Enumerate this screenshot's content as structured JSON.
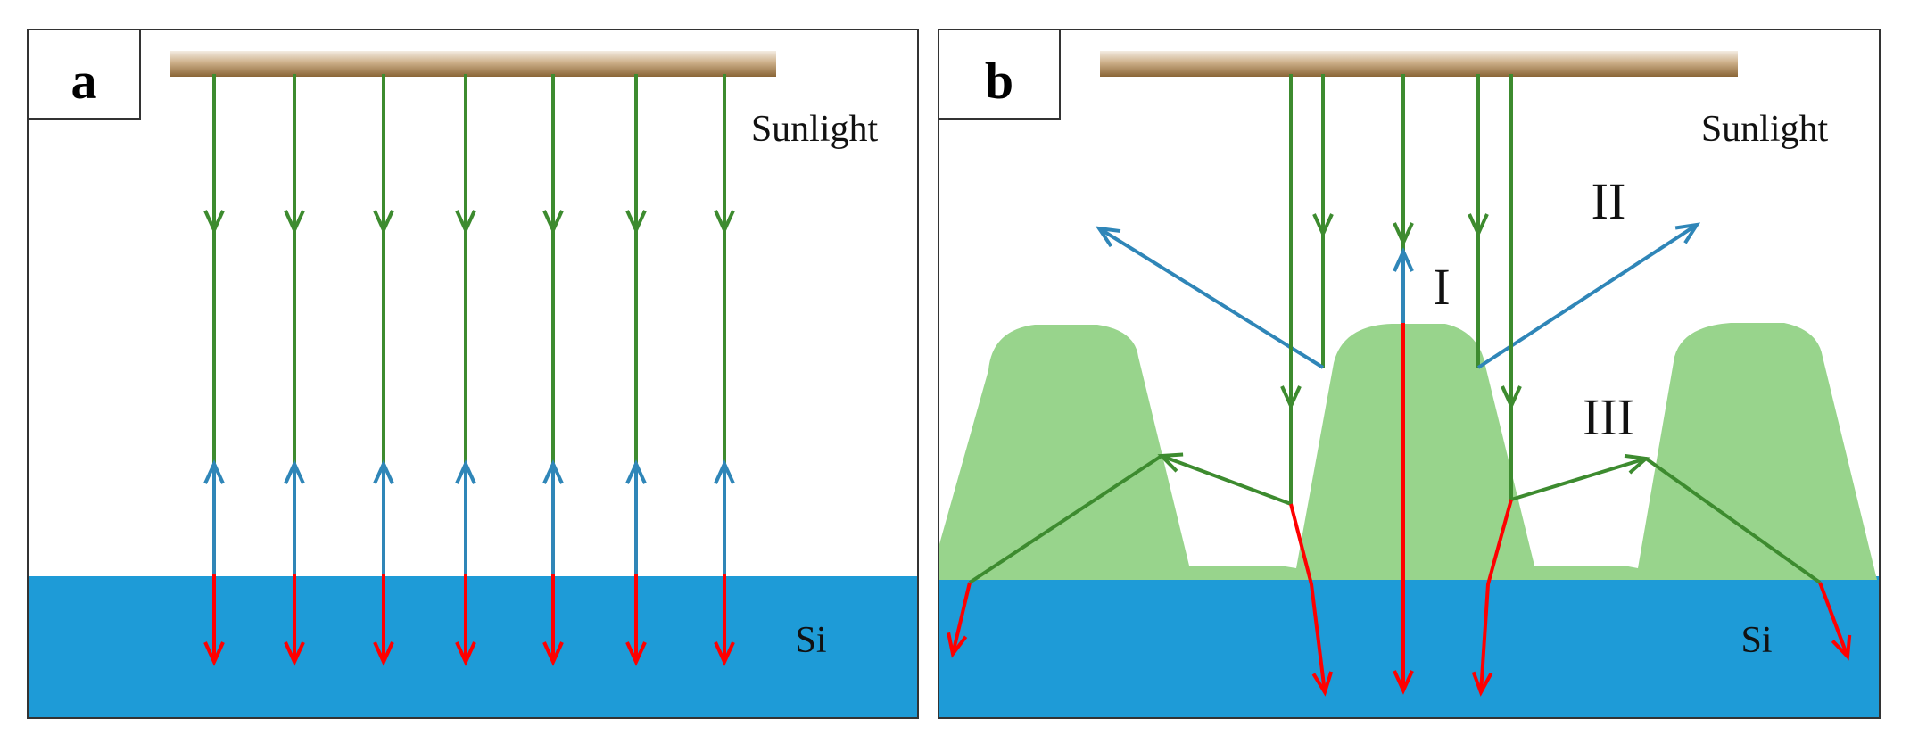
{
  "panels": [
    {
      "letter": "a",
      "source_label": "Sunlight",
      "substrate_label": "Si"
    },
    {
      "letter": "b",
      "source_label": "Sunlight",
      "substrate_label": "Si",
      "regions": {
        "r1": "I",
        "r2": "II",
        "r3": "III"
      }
    }
  ],
  "colors": {
    "incident": "#3d8b2f",
    "reflected": "#2f86b8",
    "transmitted": "#ff0000",
    "silicon": "#1e9bd7",
    "texture": "#98d48c",
    "source_bar": "#a0784a"
  }
}
